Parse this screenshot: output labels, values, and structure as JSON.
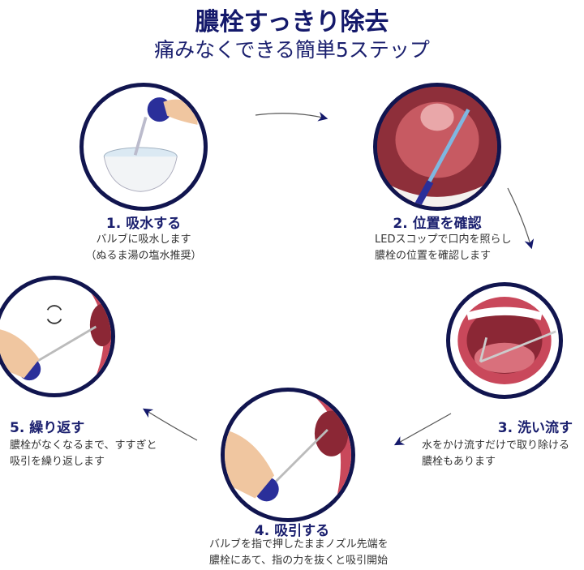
{
  "header": {
    "title": "膿栓すっきり除去",
    "subtitle": "痛みなくできる簡単5ステップ"
  },
  "steps": [
    {
      "title": "1. 吸水する",
      "desc": [
        "バルブに吸水します",
        "（ぬるま湯の塩水推奨）"
      ]
    },
    {
      "title": "2. 位置を確認",
      "desc": [
        "LEDスコップで口内を照らし",
        "膿栓の位置を確認します"
      ]
    },
    {
      "title": "3. 洗い流す",
      "desc": [
        "水をかけ流すだけで取り除ける",
        "膿栓もあります"
      ]
    },
    {
      "title": "4. 吸引する",
      "desc": [
        "バルブを指で押したままノズル先端を",
        "膿栓にあて、指の力を抜くと吸引開始"
      ]
    },
    {
      "title": "5. 繰り返す",
      "desc": [
        "膿栓がなくなるまで、すすぎと",
        "吸引を繰り返します"
      ]
    }
  ],
  "colors": {
    "navy": "#14196b",
    "mouth": "#c9485b",
    "bulb": "#2a2f9a"
  }
}
